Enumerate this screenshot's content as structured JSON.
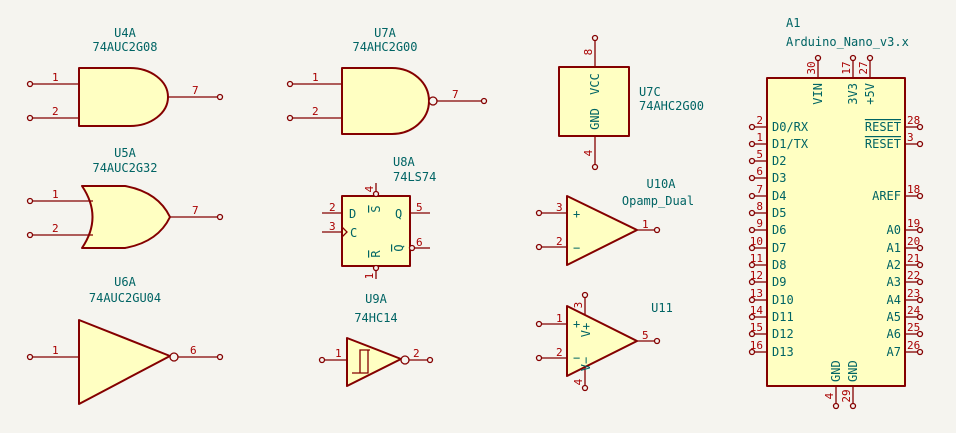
{
  "colors": {
    "background": "#f5f4ef",
    "body_fill": "#ffffc2",
    "outline": "#840000",
    "pin_number": "#a90000",
    "label": "#006464"
  },
  "u4a": {
    "ref": "U4A",
    "value": "74AUC2G08",
    "pins": {
      "in1": "1",
      "in2": "2",
      "out": "7"
    }
  },
  "u7a": {
    "ref": "U7A",
    "value": "74AHC2G00",
    "pins": {
      "in1": "1",
      "in2": "2",
      "out": "7"
    }
  },
  "u7c": {
    "ref": "U7C",
    "value": "74AHC2G00",
    "pins": {
      "vcc": "8",
      "gnd": "4"
    },
    "labels": {
      "vcc": "VCC",
      "gnd": "GND"
    }
  },
  "u5a": {
    "ref": "U5A",
    "value": "74AUC2G32",
    "pins": {
      "in1": "1",
      "in2": "2",
      "out": "7"
    }
  },
  "u8a": {
    "ref": "U8A",
    "value": "74LS74",
    "pins": {
      "d": "2",
      "c": "3",
      "s": "4",
      "q": "5",
      "qbar": "6",
      "r": "1"
    },
    "labels": {
      "d": "D",
      "c": "C",
      "s": "S",
      "q": "Q",
      "qbar": "Q",
      "r": "R"
    }
  },
  "u10a": {
    "ref": "U10A",
    "value": "Opamp_Dual",
    "pins": {
      "plus": "3",
      "minus": "2",
      "out": "1"
    },
    "labels": {
      "plus": "+",
      "minus": "−"
    }
  },
  "u6a": {
    "ref": "U6A",
    "value": "74AUC2GU04",
    "pins": {
      "in": "1",
      "out": "6"
    }
  },
  "u9a": {
    "ref": "U9A",
    "value": "74HC14",
    "pins": {
      "in": "1",
      "out": "2"
    }
  },
  "u11": {
    "ref": "U11",
    "pins": {
      "plus": "1",
      "minus": "2",
      "out": "5",
      "vplus": "3",
      "vminus": "4"
    },
    "labels": {
      "plus": "+",
      "minus": "−",
      "vplus": "V+",
      "vminus": "V−"
    }
  },
  "a1": {
    "ref": "A1",
    "value": "Arduino_Nano_v3.x",
    "top_pins": [
      {
        "num": "30",
        "label": "VIN"
      },
      {
        "num": "17",
        "label": "3V3"
      },
      {
        "num": "27",
        "label": "+5V"
      }
    ],
    "left_pins": [
      {
        "num": "2",
        "label": "D0/RX"
      },
      {
        "num": "1",
        "label": "D1/TX"
      },
      {
        "num": "5",
        "label": "D2"
      },
      {
        "num": "6",
        "label": "D3"
      },
      {
        "num": "7",
        "label": "D4"
      },
      {
        "num": "8",
        "label": "D5"
      },
      {
        "num": "9",
        "label": "D6"
      },
      {
        "num": "10",
        "label": "D7"
      },
      {
        "num": "11",
        "label": "D8"
      },
      {
        "num": "12",
        "label": "D9"
      },
      {
        "num": "13",
        "label": "D10"
      },
      {
        "num": "14",
        "label": "D11"
      },
      {
        "num": "15",
        "label": "D12"
      },
      {
        "num": "16",
        "label": "D13"
      }
    ],
    "right_pins": [
      {
        "num": "28",
        "label": "RESET"
      },
      {
        "num": "3",
        "label": "RESET"
      },
      {
        "num": "18",
        "label": "AREF"
      },
      {
        "num": "19",
        "label": "A0"
      },
      {
        "num": "20",
        "label": "A1"
      },
      {
        "num": "21",
        "label": "A2"
      },
      {
        "num": "22",
        "label": "A3"
      },
      {
        "num": "23",
        "label": "A4"
      },
      {
        "num": "24",
        "label": "A5"
      },
      {
        "num": "25",
        "label": "A6"
      },
      {
        "num": "26",
        "label": "A7"
      }
    ],
    "bottom_pins": [
      {
        "num": "4",
        "label": "GND"
      },
      {
        "num": "29",
        "label": "GND"
      }
    ]
  }
}
